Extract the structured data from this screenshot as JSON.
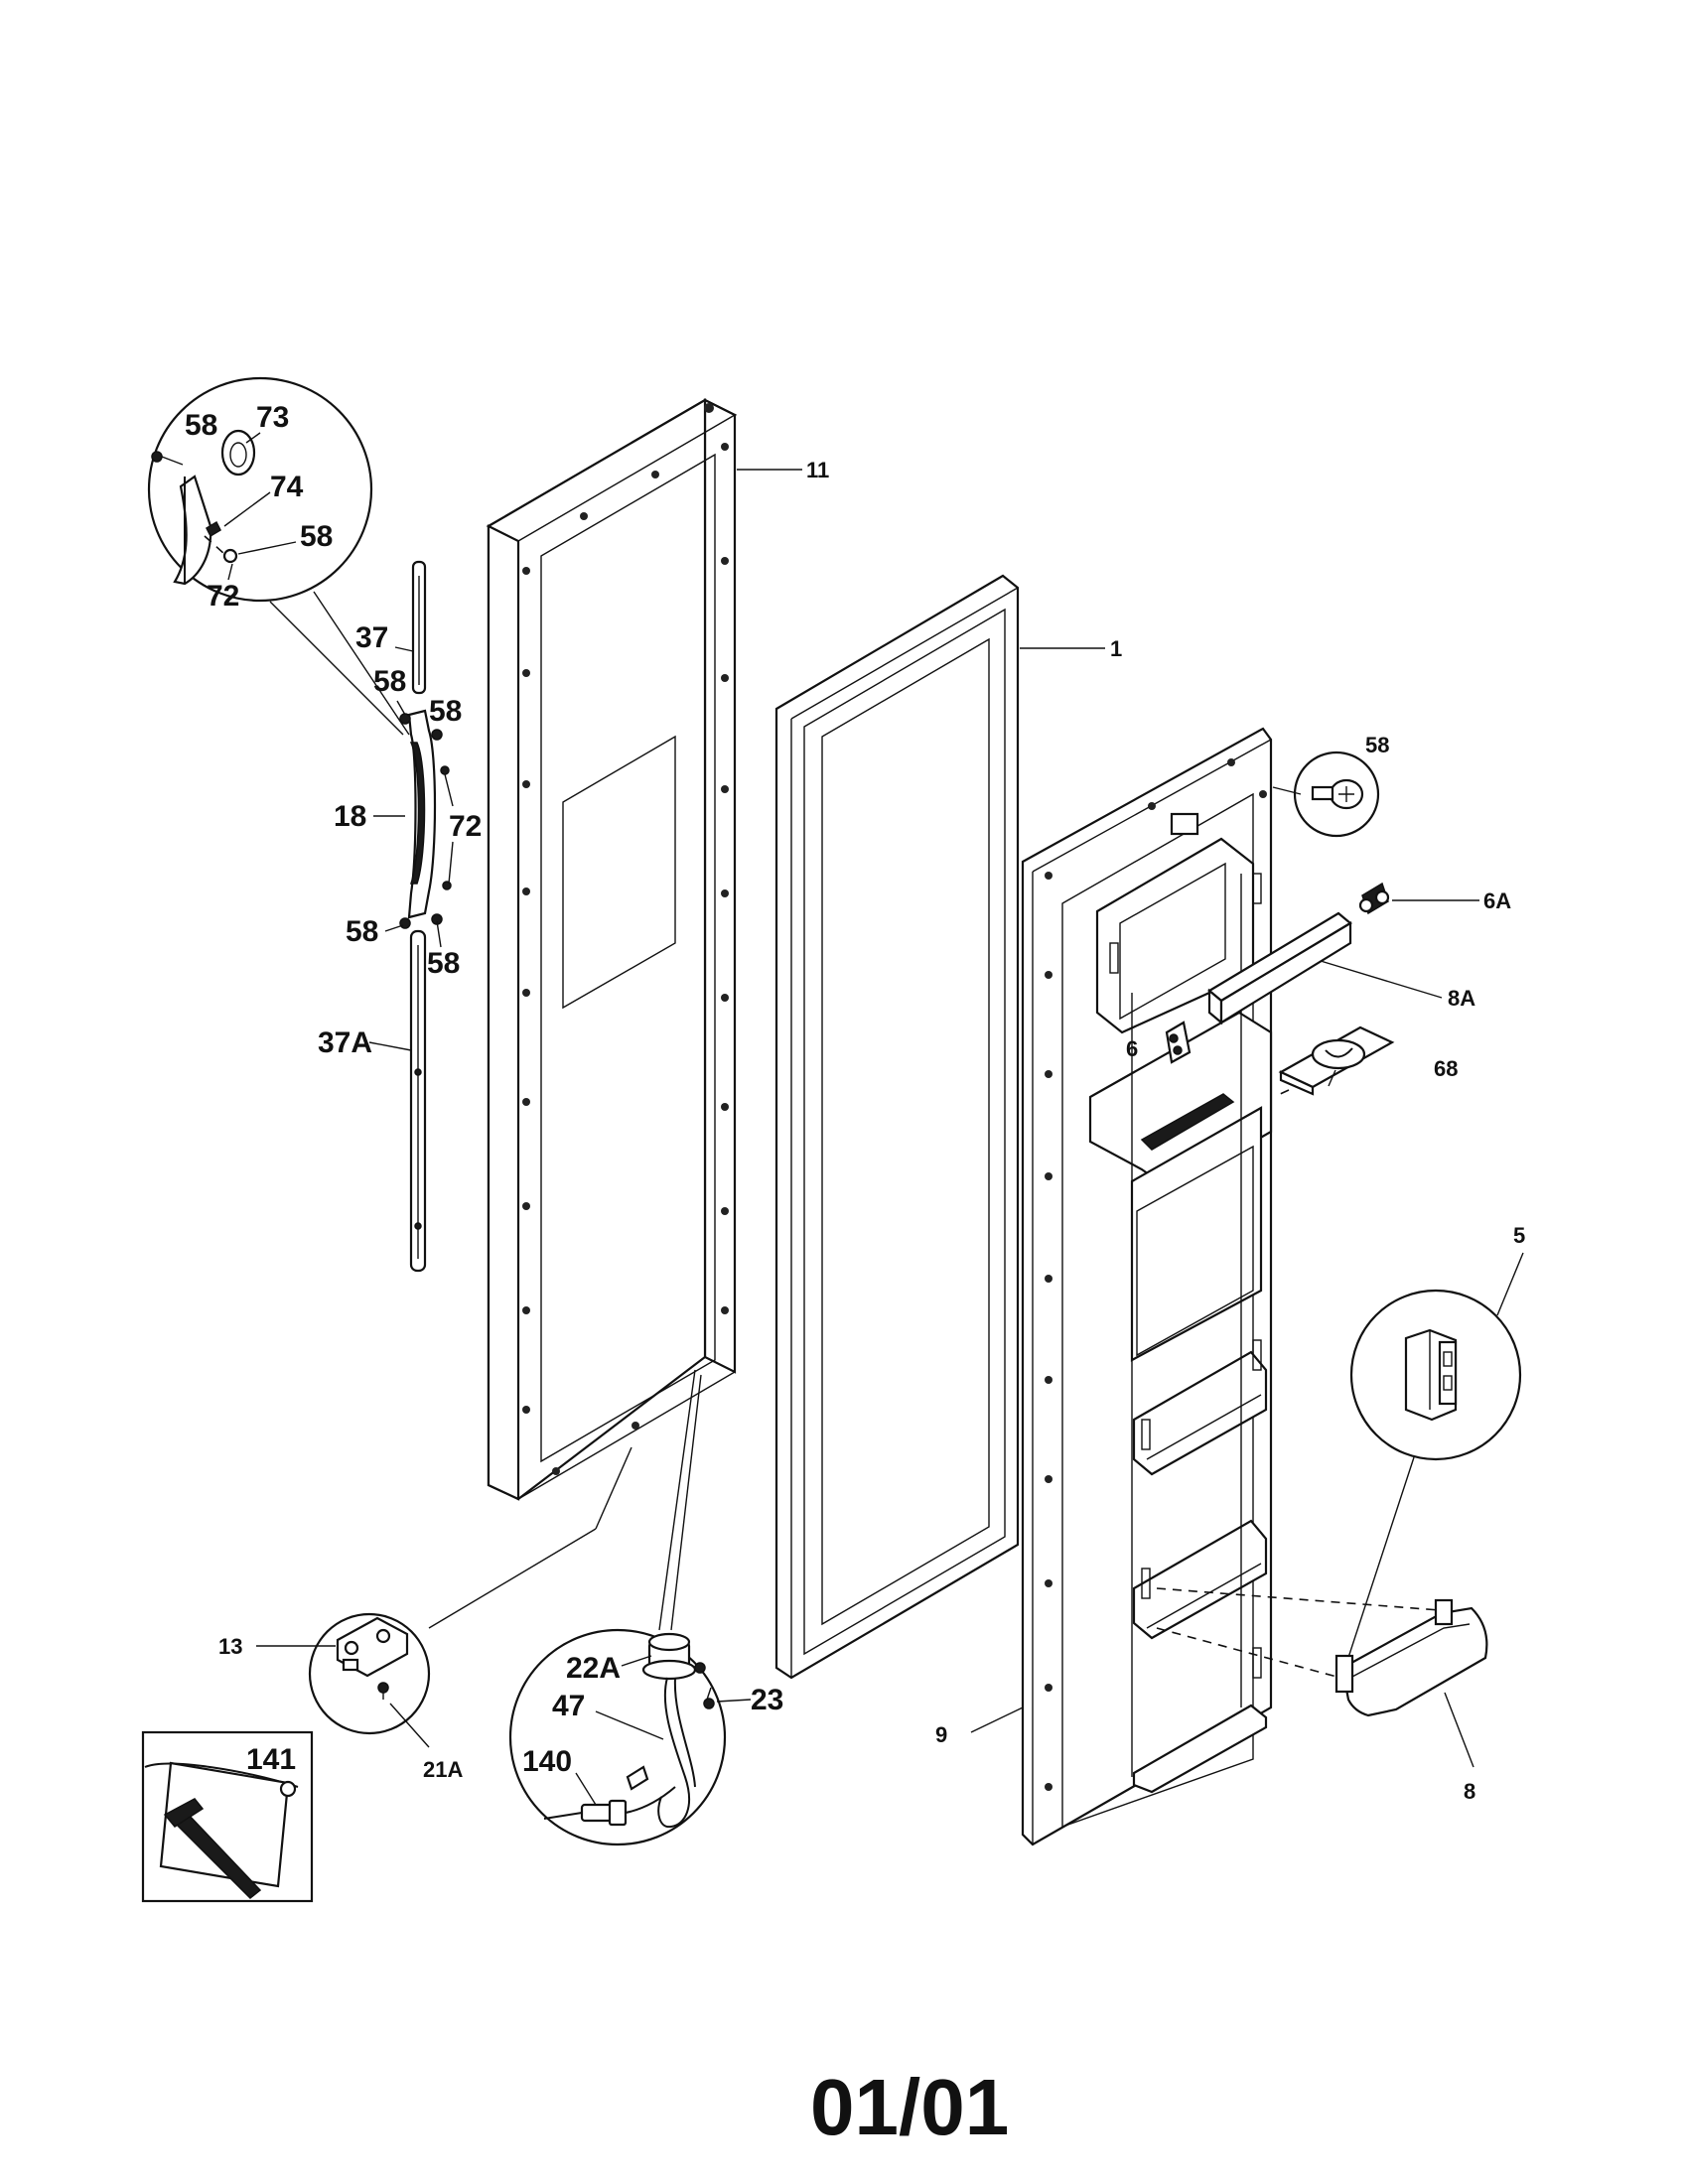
{
  "diagram": {
    "colors": {
      "ink": "#111111",
      "paper": "#ffffff"
    },
    "callouts": {
      "c11": "11",
      "c1": "1",
      "c9": "9",
      "c58_cap": "58",
      "c6A": "6A",
      "c8A": "8A",
      "c6": "6",
      "c68": "68",
      "c5": "5",
      "c8": "8",
      "c13": "13",
      "c21A": "21A",
      "c22A": "22A",
      "c47": "47",
      "c23": "23",
      "c140": "140",
      "c141": "141",
      "c37": "37",
      "c37A": "37A",
      "c18": "18",
      "c58_h1": "58",
      "c58_h2": "58",
      "c58_h3": "58",
      "c58_h4": "58",
      "c72_h": "72",
      "c58_d1": "58",
      "c73": "73",
      "c74": "74",
      "c58_d2": "58",
      "c72_d": "72"
    },
    "page_number": "01/01"
  }
}
